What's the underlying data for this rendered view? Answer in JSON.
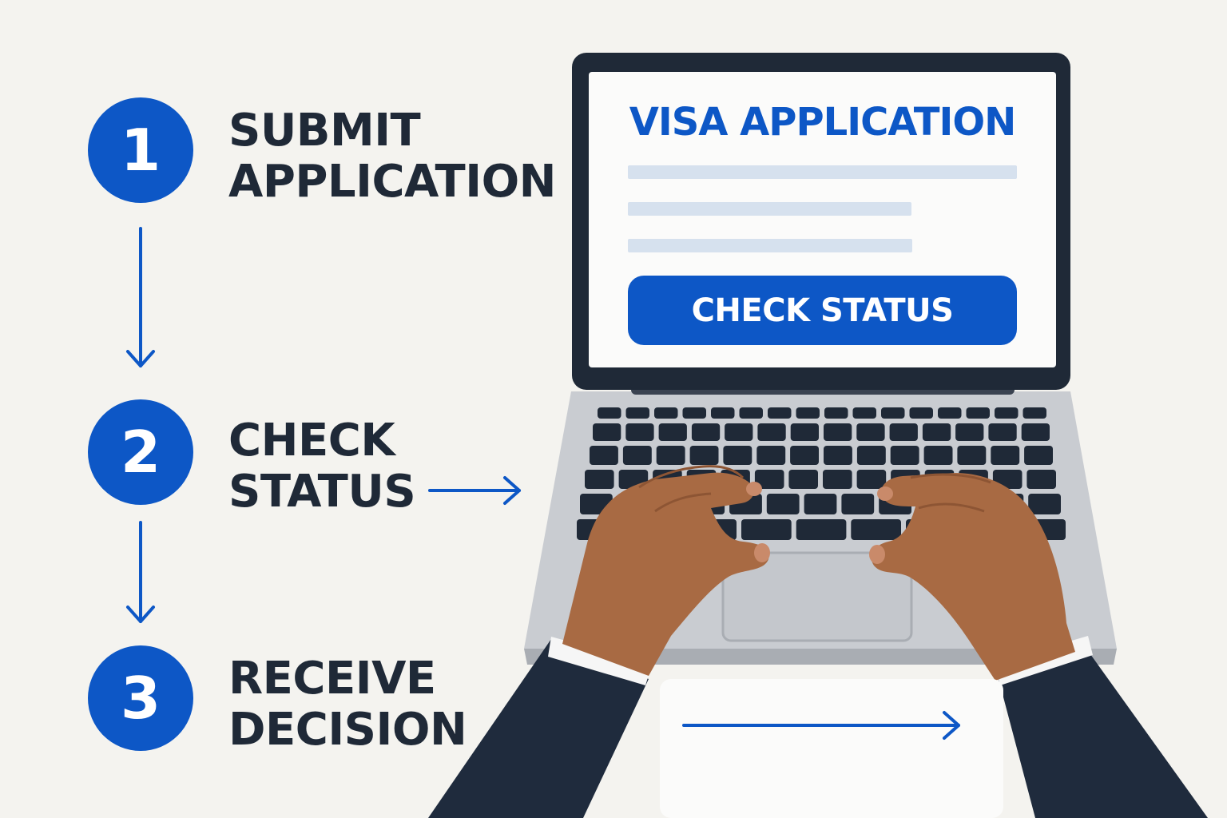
{
  "steps": [
    {
      "number": "1",
      "line1": "SUBMIT",
      "line2": "APPLICATION"
    },
    {
      "number": "2",
      "line1": "CHECK",
      "line2": "STATUS"
    },
    {
      "number": "3",
      "line1": "RECEIVE",
      "line2": "DECISION"
    }
  ],
  "screen": {
    "title": "VISA APPLICATION",
    "button_label": "CHECK STATUS"
  },
  "colors": {
    "accent": "#0d57c6",
    "text": "#1f2937",
    "background": "#f4f3ef",
    "laptop_frame": "#1f2937",
    "laptop_body": "#c9ccd1",
    "skin": "#a86a43",
    "sleeve": "#1f2b3d",
    "form_line": "#d6e1ee"
  },
  "icons": [
    "arrow-down-icon",
    "arrow-right-icon",
    "hand-icon",
    "laptop-icon"
  ]
}
